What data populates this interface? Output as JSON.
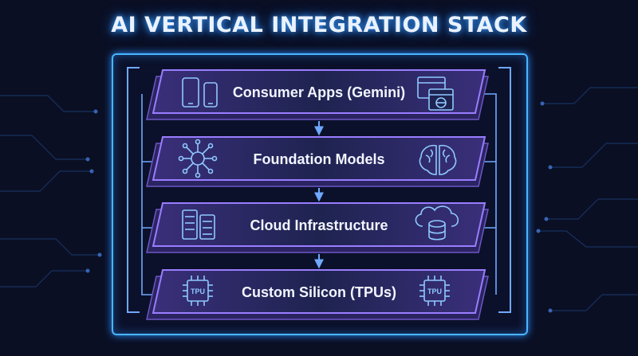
{
  "title": "AI VERTICAL INTEGRATION STACK",
  "layers": [
    {
      "label": "Consumer Apps (Gemini)",
      "left_icon": "smartphone-icon",
      "right_icon": "browser-window-icon"
    },
    {
      "label": "Foundation Models",
      "left_icon": "neural-network-icon",
      "right_icon": "brain-icon"
    },
    {
      "label": "Cloud Infrastructure",
      "left_icon": "server-rack-icon",
      "right_icon": "cloud-database-icon"
    },
    {
      "label": "Custom Silicon (TPUs)",
      "left_icon": "tpu-chip-icon",
      "right_icon": "tpu-chip-icon",
      "chip_text": "TPU"
    }
  ],
  "colors": {
    "background": "#0a0f24",
    "frame": "#49b6ff",
    "layer_edge": "#9a7dff",
    "icon": "#8fc8ff",
    "arrow": "#6fa8ff"
  }
}
